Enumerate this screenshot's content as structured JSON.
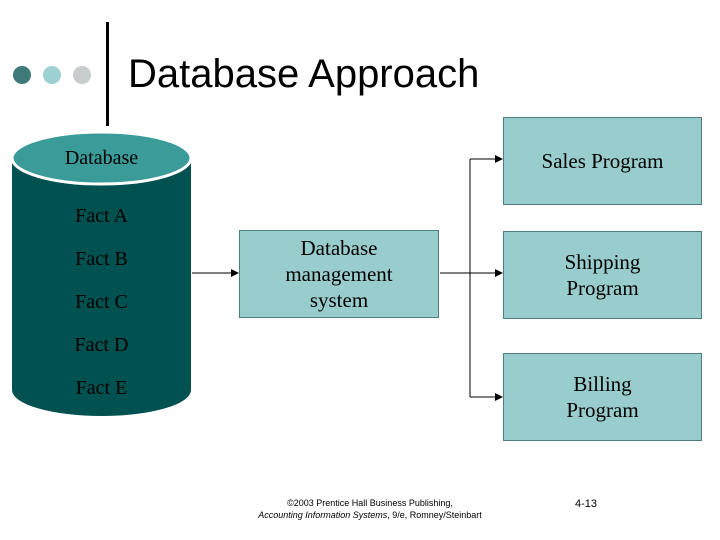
{
  "title": "Database Approach",
  "database": {
    "label": "Database",
    "facts": [
      "Fact A",
      "Fact B",
      "Fact C",
      "Fact D",
      "Fact E"
    ]
  },
  "dbms": {
    "line1": "Database",
    "line2": "management",
    "line3": "system"
  },
  "programs": {
    "sales": {
      "line1": "Sales Program"
    },
    "shipping": {
      "line1": "Shipping",
      "line2": "Program"
    },
    "billing": {
      "line1": "Billing",
      "line2": "Program"
    }
  },
  "footer": {
    "line1": "©2003 Prentice Hall Business Publishing,",
    "book": "Accounting Information Systems",
    "edition": ", 9/e, Romney/Steinbart"
  },
  "slide_number": "4-13",
  "colors": {
    "cylinder_body": "#00514f",
    "cylinder_top": "#3a9b98",
    "box_fill": "#99cccc",
    "accent": "#3f7a7a"
  }
}
